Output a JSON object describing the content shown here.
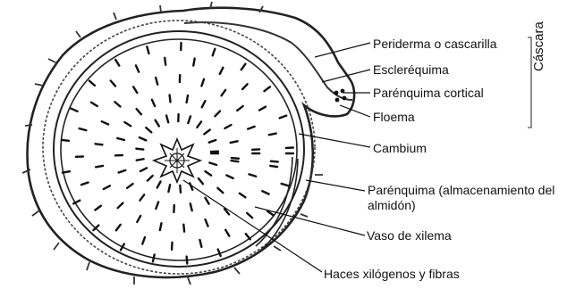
{
  "labels": {
    "periderm": "Periderma o cascarilla",
    "sclerenchyma": "Escleréquima",
    "cortical_parenchyma": "Parénquima cortical",
    "phloem": "Floema",
    "cambium": "Cambium",
    "storage_parenchyma": "Parénquima (almacenamiento del almidón)",
    "xylem_vessel": "Vaso de xilema",
    "xylem_bundles": "Haces xilógenos y fibras"
  },
  "group_label": "Cáscara"
}
